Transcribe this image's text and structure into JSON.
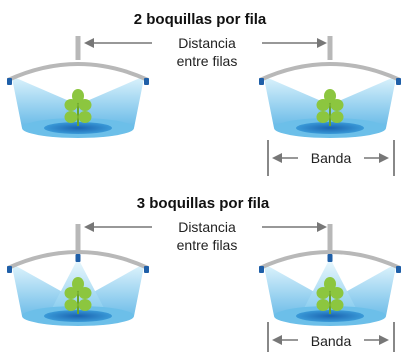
{
  "section_top": {
    "title": "2 boquillas por fila",
    "spacing_label_line1": "Distancia",
    "spacing_label_line2": "entre filas",
    "band_label": "Banda",
    "nozzles_per_row": 2
  },
  "section_bottom": {
    "title": "3 boquillas por fila",
    "spacing_label_line1": "Distancia",
    "spacing_label_line2": "entre filas",
    "band_label": "Banda",
    "nozzles_per_row": 3
  },
  "colors": {
    "boom": "#b8b8b8",
    "nozzle": "#1f5fa8",
    "spray_light": "#bfe6f8",
    "spray_mid": "#7dc8ee",
    "spray_dark": "#2f8fd0",
    "plant": "#8cc63f",
    "arrow": "#777777"
  }
}
